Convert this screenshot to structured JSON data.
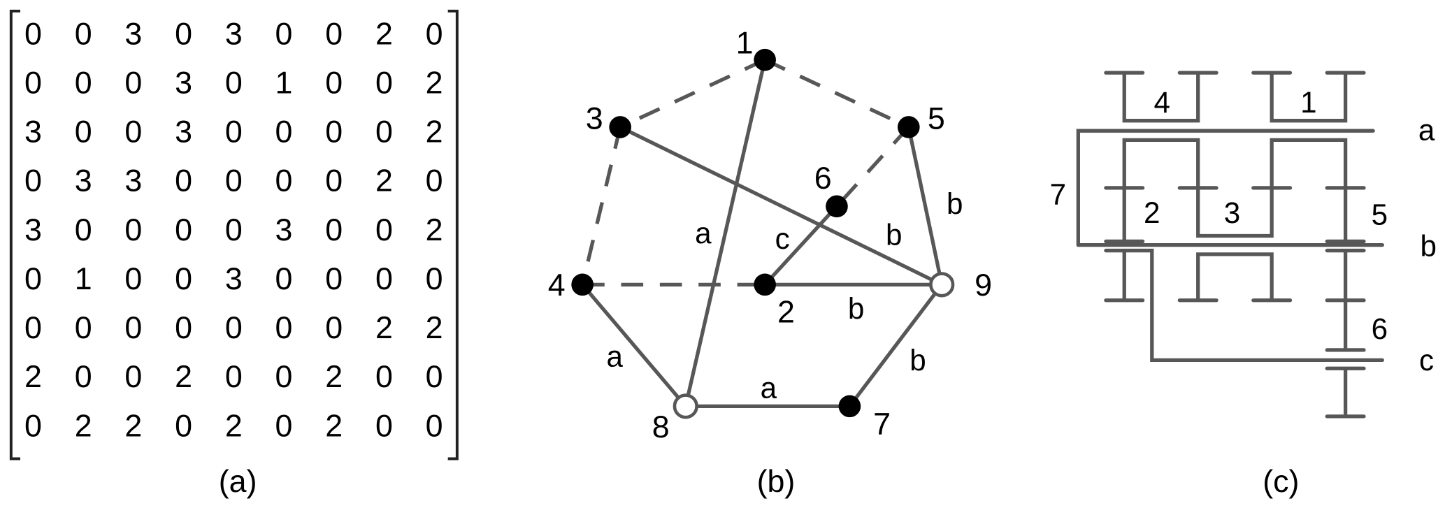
{
  "matrix": {
    "caption": "(a)",
    "rows": [
      [
        0,
        0,
        3,
        0,
        3,
        0,
        0,
        2,
        0
      ],
      [
        0,
        0,
        0,
        3,
        0,
        1,
        0,
        0,
        2
      ],
      [
        3,
        0,
        0,
        3,
        0,
        0,
        0,
        0,
        2
      ],
      [
        0,
        3,
        3,
        0,
        0,
        0,
        0,
        2,
        0
      ],
      [
        3,
        0,
        0,
        0,
        0,
        3,
        0,
        0,
        2
      ],
      [
        0,
        1,
        0,
        0,
        3,
        0,
        0,
        0,
        0
      ],
      [
        0,
        0,
        0,
        0,
        0,
        0,
        0,
        2,
        2
      ],
      [
        2,
        0,
        0,
        2,
        0,
        0,
        2,
        0,
        0
      ],
      [
        0,
        2,
        2,
        0,
        2,
        0,
        2,
        0,
        0
      ]
    ]
  },
  "graph": {
    "caption": "(b)",
    "nodes": [
      {
        "id": "1",
        "hollow": false
      },
      {
        "id": "2",
        "hollow": false
      },
      {
        "id": "3",
        "hollow": false
      },
      {
        "id": "4",
        "hollow": false
      },
      {
        "id": "5",
        "hollow": false
      },
      {
        "id": "6",
        "hollow": false
      },
      {
        "id": "7",
        "hollow": false
      },
      {
        "id": "8",
        "hollow": true
      },
      {
        "id": "9",
        "hollow": true
      }
    ],
    "edges": [
      {
        "from": "1",
        "to": "3",
        "style": "dashed",
        "label": ""
      },
      {
        "from": "1",
        "to": "5",
        "style": "dashed",
        "label": ""
      },
      {
        "from": "3",
        "to": "4",
        "style": "dashed",
        "label": ""
      },
      {
        "from": "4",
        "to": "2",
        "style": "dashed",
        "label": ""
      },
      {
        "from": "5",
        "to": "6",
        "style": "dashed",
        "label": ""
      },
      {
        "from": "1",
        "to": "8",
        "style": "solid",
        "label": "a"
      },
      {
        "from": "3",
        "to": "9",
        "style": "solid",
        "label": "b"
      },
      {
        "from": "6",
        "to": "2",
        "style": "solid",
        "label": "c"
      },
      {
        "from": "2",
        "to": "9",
        "style": "solid",
        "label": "b"
      },
      {
        "from": "5",
        "to": "9",
        "style": "solid",
        "label": "b"
      },
      {
        "from": "9",
        "to": "7",
        "style": "solid",
        "label": "b"
      },
      {
        "from": "4",
        "to": "8",
        "style": "solid",
        "label": "a"
      },
      {
        "from": "8",
        "to": "7",
        "style": "solid",
        "label": "a"
      }
    ]
  },
  "gears": {
    "caption": "(c)",
    "gear_labels": [
      "4",
      "1",
      "2",
      "3",
      "5",
      "6",
      "7"
    ],
    "shaft_labels": [
      "a",
      "b",
      "c"
    ]
  },
  "colors": {
    "line": "#575757",
    "node": "#000000"
  }
}
